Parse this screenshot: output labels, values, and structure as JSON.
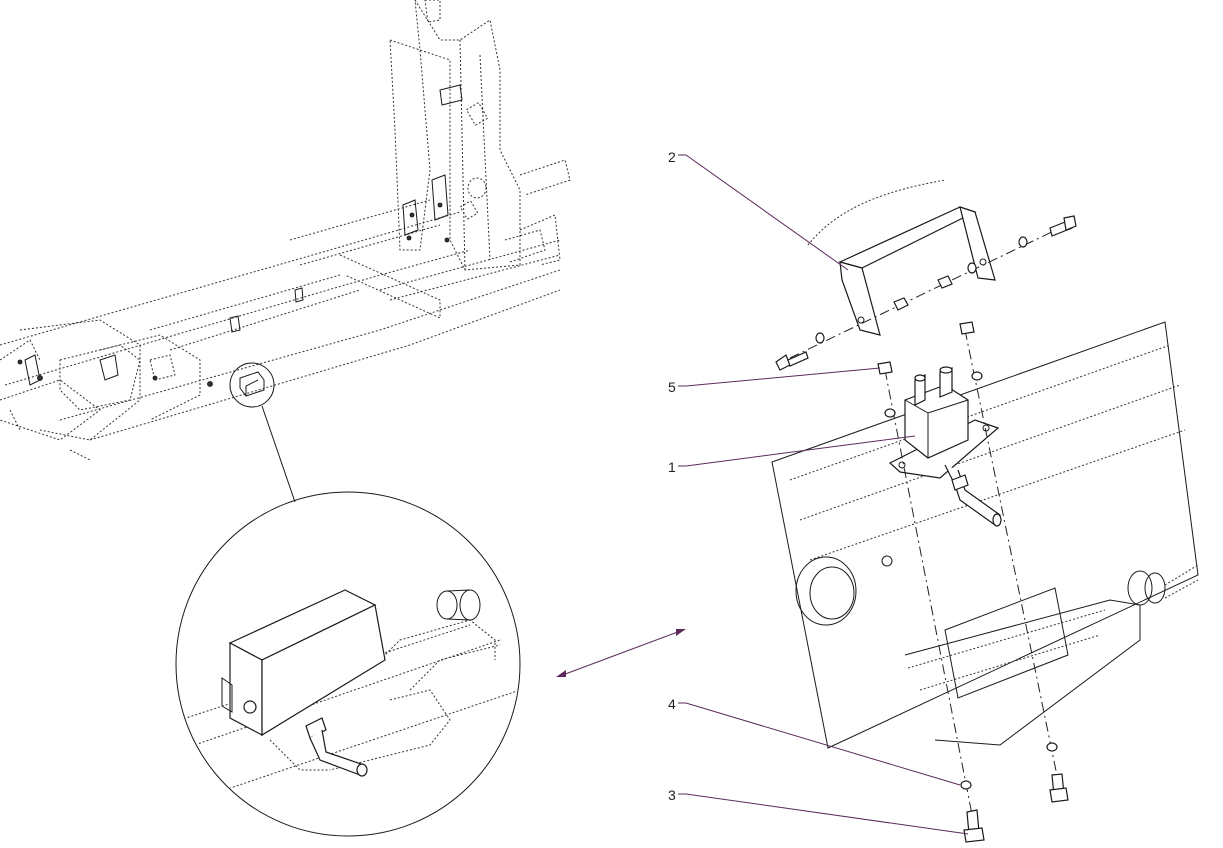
{
  "callouts": [
    {
      "id": "callout-1",
      "label": "1"
    },
    {
      "id": "callout-2",
      "label": "2"
    },
    {
      "id": "callout-3",
      "label": "3"
    },
    {
      "id": "callout-4",
      "label": "4"
    },
    {
      "id": "callout-5",
      "label": "5"
    }
  ],
  "colors": {
    "leader": "#5b2a5b",
    "line": "#1a1a1a",
    "background": "#ffffff"
  }
}
